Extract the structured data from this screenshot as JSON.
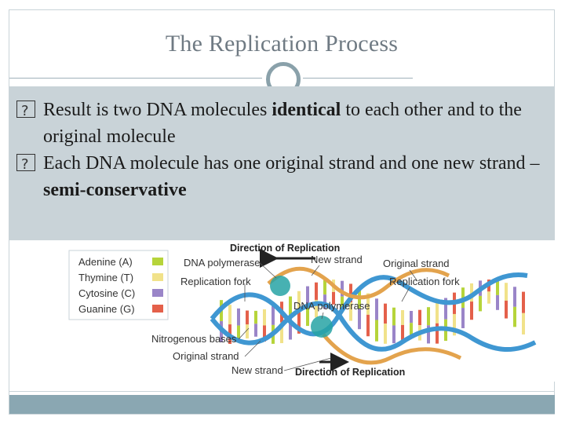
{
  "slide": {
    "title": "The Replication Process",
    "bullets": [
      {
        "before": "Result is two DNA molecules ",
        "bold": "identical",
        "after": " to each other and to the original molecule"
      },
      {
        "before": "Each DNA molecule has one original strand and one new strand – ",
        "bold": "semi-conservative",
        "after": ""
      }
    ]
  },
  "diagram": {
    "legend": [
      {
        "label": "Adenine (A)",
        "color": "#b6d43a"
      },
      {
        "label": "Thymine (T)",
        "color": "#f1e28a"
      },
      {
        "label": "Cytosine (C)",
        "color": "#9a85c8"
      },
      {
        "label": "Guanine (G)",
        "color": "#e4604a"
      }
    ],
    "labels": {
      "direction_top": "Direction of Replication",
      "direction_bottom": "Direction of Replication",
      "dna_polymerase_top": "DNA polymerase",
      "new_strand_top": "New strand",
      "original_strand_right": "Original strand",
      "replication_fork_left": "Replication fork",
      "replication_fork_right": "Replication fork",
      "dna_polymerase_mid": "DNA polymerase",
      "nitrogenous_bases": "Nitrogenous bases",
      "original_strand_left": "Original strand",
      "new_strand_bottom": "New strand"
    },
    "colors": {
      "strand": "#3f97d2",
      "new_strand": "#e3a34d",
      "enzyme": "#27a3a5"
    }
  },
  "theme": {
    "panel": "#c9d3d8",
    "accent": "#8aa7b2"
  }
}
